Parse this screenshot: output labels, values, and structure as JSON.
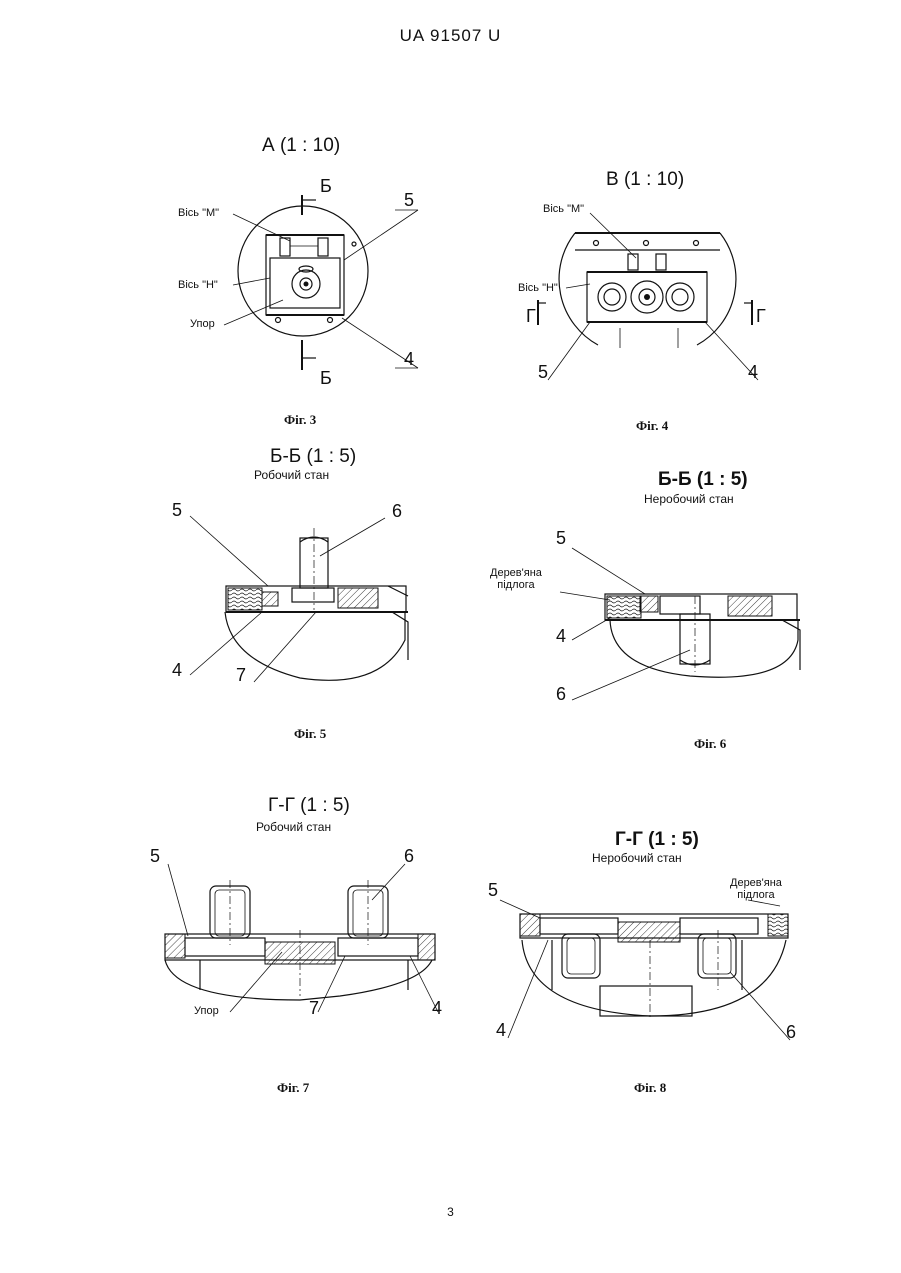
{
  "header": "UA  91507  U",
  "page_number": "3",
  "fig3": {
    "title": "А  (1 : 10)",
    "section_mark": "Б",
    "axis_m": "Вісь \"М\"",
    "axis_n": "Вісь \"Н\"",
    "stop": "Упор",
    "pos5": "5",
    "pos4": "4",
    "caption": "Фіг. 3"
  },
  "fig4": {
    "title": "В  (1 : 10)",
    "section_mark": "Г",
    "axis_m": "Вісь \"М\"",
    "axis_n": "Вісь \"Н\"",
    "pos5": "5",
    "pos4": "4",
    "caption": "Фіг. 4"
  },
  "fig5": {
    "title": "Б-Б  (1 : 5)",
    "subtitle": "Робочий стан",
    "pos5": "5",
    "pos6": "6",
    "pos4": "4",
    "pos7": "7",
    "caption": "Фіг. 5"
  },
  "fig6": {
    "title": "Б-Б  (1 : 5)",
    "subtitle": "Неробочий стан",
    "wood_floor": "Дерев'яна\nпідлога",
    "pos5": "5",
    "pos4": "4",
    "pos6": "6",
    "caption": "Фіг. 6"
  },
  "fig7": {
    "title": "Г-Г  (1 : 5)",
    "subtitle": "Робочий стан",
    "pos5": "5",
    "pos6": "6",
    "stop": "Упор",
    "pos7": "7",
    "pos4": "4",
    "caption": "Фіг. 7"
  },
  "fig8": {
    "title": "Г-Г  (1 : 5)",
    "subtitle": "Неробочий стан",
    "wood_floor": "Дерев'яна\nпідлога",
    "pos5": "5",
    "pos4": "4",
    "pos6": "6",
    "caption": "Фіг. 8"
  }
}
